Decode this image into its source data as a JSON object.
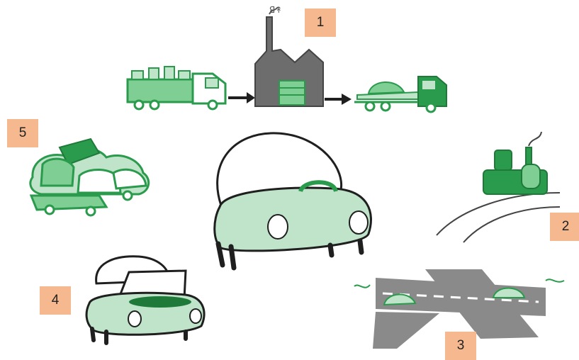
{
  "colors": {
    "green_dark": "#2a9a4c",
    "green_light": "#bfe4c9",
    "green_fill": "#7fcf95",
    "gray_dark": "#6d6d6d",
    "gray_road": "#8a8a8a",
    "badge": "#f6b98f",
    "outline": "#1f1f1f"
  },
  "steps": [
    {
      "label": "1",
      "icon": "factory-recycling-icon"
    },
    {
      "label": "2",
      "icon": "power-plant-icon"
    },
    {
      "label": "3",
      "icon": "road-crossing-icon"
    },
    {
      "label": "4",
      "icon": "open-hood-car-icon"
    },
    {
      "label": "5",
      "icon": "scrap-pile-icon"
    }
  ],
  "center": {
    "icon": "eco-car-icon"
  }
}
